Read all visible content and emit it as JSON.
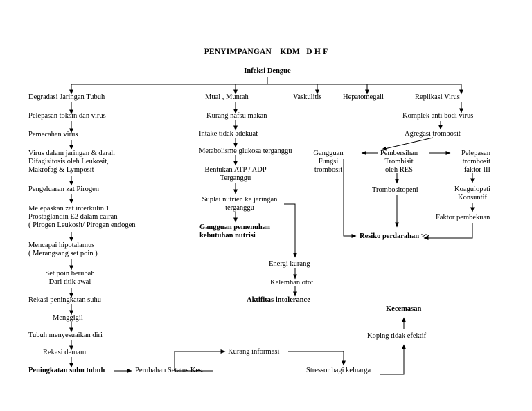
{
  "title": "PENYIMPANGAN    KDM   D H F",
  "root": "Infeksi Dengue",
  "col1": {
    "degradasi": "Degradasi Jaringan Tubuh",
    "pelepasan_toksin": "Pelepasan toksin dan virus",
    "pemecahan": "Pemecahan virus",
    "virus_jaringan": "Virus dalam jaringan & darah\nDifagisitosis oleh Leukosit,\nMakrofag & Lymposit",
    "pirogen": "Pengeluaran zat Pirogen",
    "interkulin": "Melepaskan zat interkulin 1\nProstaglandin E2 dalam cairan\n( Pirogen Leukosit/ Pirogen endogen",
    "hipotalamus": "Mencapai hipotalamus\n( Merangsang set poin )",
    "set_poin": "Set poin berubah\nDari titik awal",
    "rekasi_suhu": "Rekasi peningkatan suhu",
    "menggigil": "Menggigil",
    "tubuh": "Tubuh menyesuaikan diri",
    "demam": "Rekasi demam",
    "peningkatan": "Peningkatan suhu tubuh",
    "perubahan": "Perubahan Setatus Kes."
  },
  "col2": {
    "mual": "Mual , Muntah",
    "nafsu": "Kurang nafsu makan",
    "intake": "Intake tidak adekuat",
    "metabolisme": "Metabolisme glukosa terganggu",
    "atp": "Bentukan ATP / ADP\nTerganggu",
    "suplai": "Suplai nutrien ke jaringan\nterganggu",
    "gangguan_nutrisi": "Gangguan pemenuhan\nkebutuhan nutrisi",
    "energi": "Energi kurang",
    "kelemahan": "Kelemhan otot",
    "aktifitas": "Aktifitas intolerance",
    "kurang_info": "Kurang informasi"
  },
  "col3": {
    "vaskulitis": "Vaskulitis",
    "hepatomegali": "Hepatomegali",
    "replikasi": "Replikasi Virus",
    "komplek": "Komplek anti bodi virus",
    "agregasi": "Agregasi trombosit",
    "gangguan_fungsi": "Gangguan\nFungsi\ntrombosit",
    "pembersihan": "Pembersihan\nTrombisit\noleh RES",
    "pelepasan_faktor": "Pelepasan\ntrombosit\nfaktor III",
    "trombositopeni": "Trombositopeni",
    "koagulopati": "Koagulopati\nKonsuntif",
    "faktor": "Faktor pembekuan",
    "resiko": "Resiko perdarahan >>",
    "kecemasan": "Kecemasan",
    "koping": "Koping tidak efektif",
    "stressor": "Stressor bagi keluarga"
  }
}
